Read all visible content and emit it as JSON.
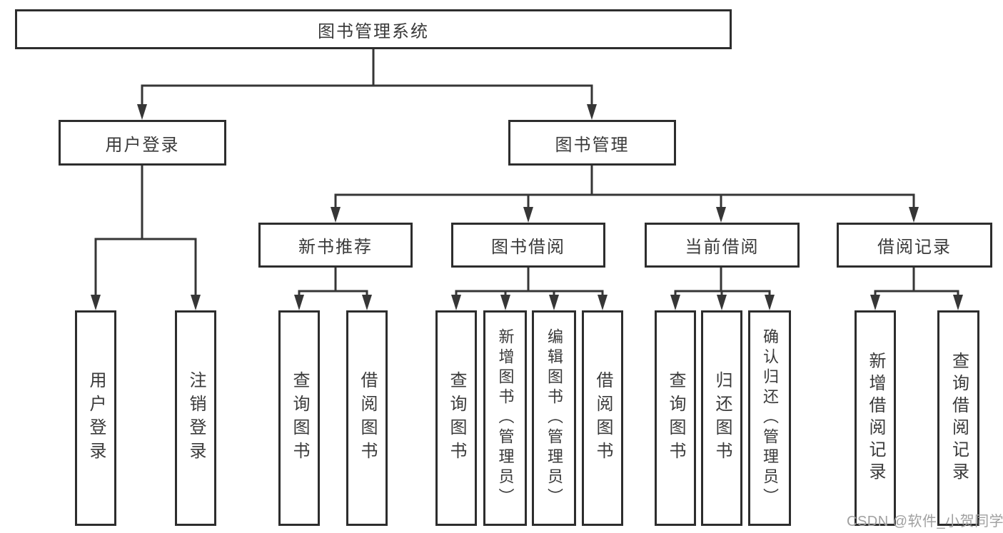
{
  "diagram_title": "图书管理系统",
  "nodes": {
    "root": {
      "label": "图书管理系统"
    },
    "user_login": {
      "label": "用户登录"
    },
    "book_mgmt": {
      "label": "图书管理"
    },
    "new_book": {
      "label": "新书推荐"
    },
    "book_borrow": {
      "label": "图书借阅"
    },
    "current_borrow": {
      "label": "当前借阅"
    },
    "borrow_records": {
      "label": "借阅记录"
    },
    "ul_login": {
      "label": "用户登录"
    },
    "ul_logout": {
      "label": "注销登录"
    },
    "nb_query": {
      "label": "查询图书"
    },
    "nb_borrow": {
      "label": "借阅图书"
    },
    "bb_query": {
      "label": "查询图书"
    },
    "bb_add": {
      "label": "新增图书（管理员）"
    },
    "bb_edit": {
      "label": "编辑图书（管理员）"
    },
    "bb_borrow": {
      "label": "借阅图书"
    },
    "cb_query": {
      "label": "查询图书"
    },
    "cb_return": {
      "label": "归还图书"
    },
    "cb_confirm": {
      "label": "确认归还（管理员）"
    },
    "br_add": {
      "label": "新增借阅记录"
    },
    "br_query": {
      "label": "查询借阅记录"
    }
  },
  "hierarchy": {
    "图书管理系统": {
      "用户登录": [
        "用户登录",
        "注销登录"
      ],
      "图书管理": {
        "新书推荐": [
          "查询图书",
          "借阅图书"
        ],
        "图书借阅": [
          "查询图书",
          "新增图书（管理员）",
          "编辑图书（管理员）",
          "借阅图书"
        ],
        "当前借阅": [
          "查询图书",
          "归还图书",
          "确认归还（管理员）"
        ],
        "借阅记录": [
          "新增借阅记录",
          "查询借阅记录"
        ]
      }
    }
  },
  "colors": {
    "line": "#363636",
    "border": "#2d2d2d",
    "text": "#3a3a3a",
    "node_background": "#ffffff",
    "page_background": "#ffffff",
    "watermark": "#a0a0a0"
  },
  "watermark": {
    "text": "CSDN @软件_小贺同学"
  }
}
